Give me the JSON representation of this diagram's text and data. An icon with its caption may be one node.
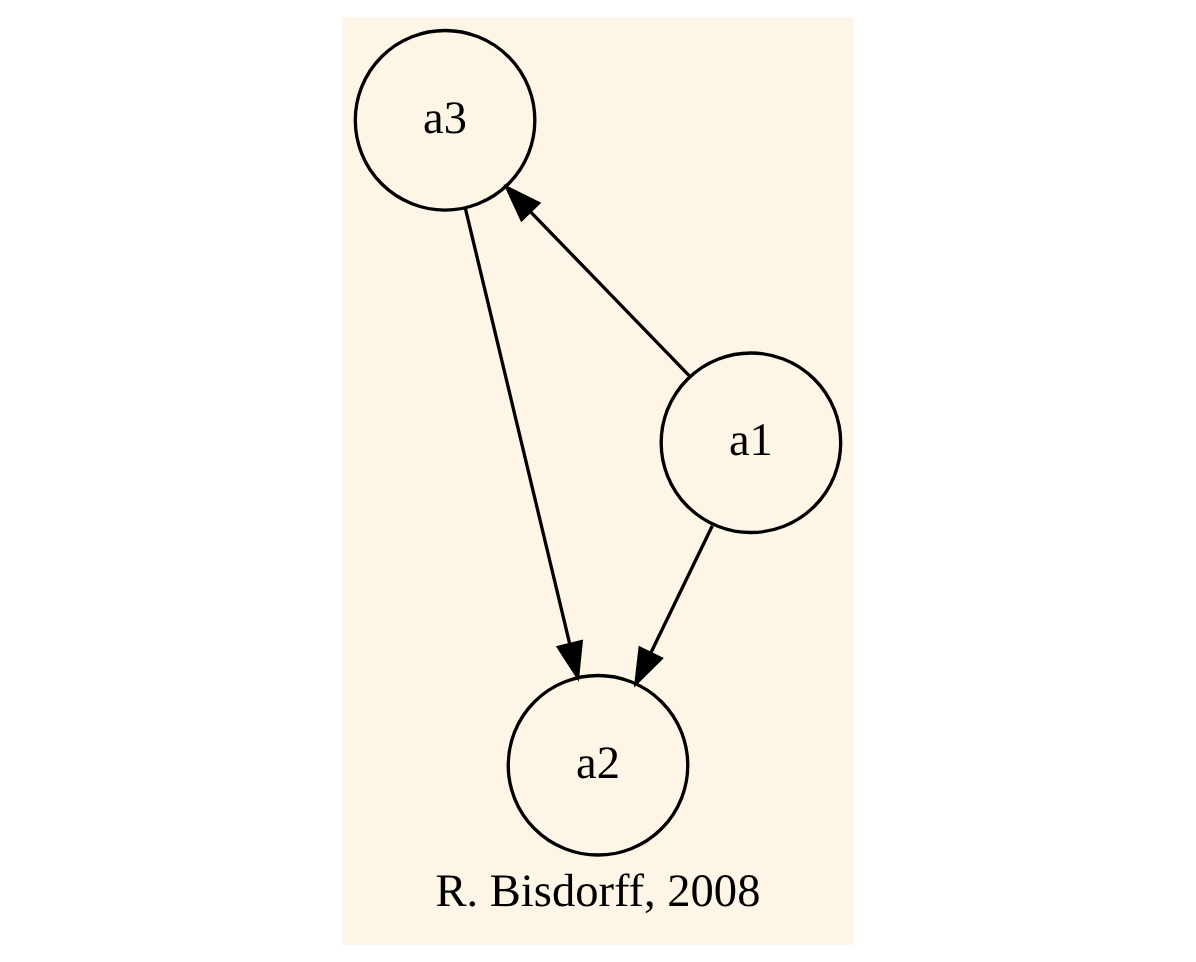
{
  "diagram": {
    "caption": "R. Bisdorff, 2008",
    "nodes": [
      {
        "text": [
          "a3"
        ]
      },
      {
        "text": [
          "a1"
        ]
      },
      {
        "text": [
          "a2"
        ]
      }
    ],
    "edges": [
      {
        "from": 1,
        "to": 0,
        "arrow": "to"
      },
      {
        "from": 1,
        "to": 2,
        "arrow": "to"
      },
      {
        "from": 0,
        "to": 2,
        "arrow": "to"
      }
    ]
  }
}
